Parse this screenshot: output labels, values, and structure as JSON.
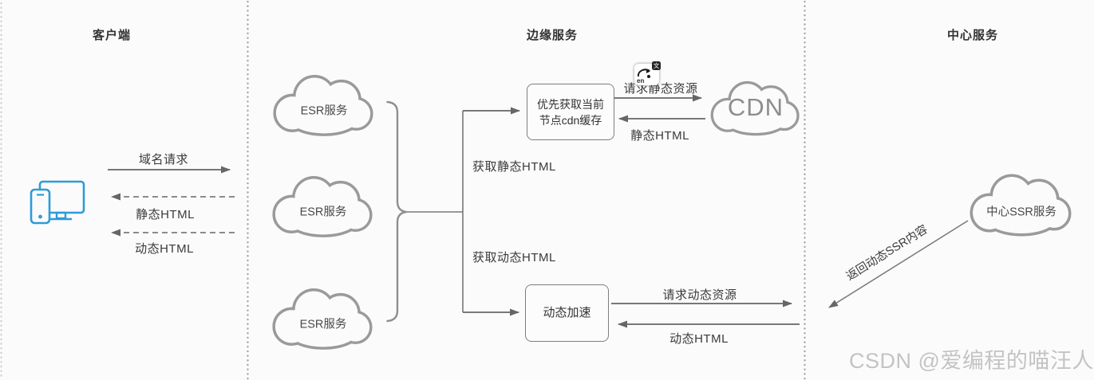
{
  "titles": {
    "client": "客户端",
    "edge": "边缘服务",
    "central": "中心服务"
  },
  "client": {
    "device_icon": "desktop-and-phone",
    "flows": {
      "domain_request": "域名请求",
      "static_html": "静态HTML",
      "dynamic_html": "动态HTML"
    }
  },
  "edge": {
    "esr_clouds": [
      {
        "label": "ESR服务"
      },
      {
        "label": "ESR服务"
      },
      {
        "label": "ESR服务"
      }
    ],
    "branch_labels": {
      "get_static": "获取静态HTML",
      "get_dynamic": "获取动态HTML"
    },
    "cdn_cache_box": {
      "line1": "优先获取当前",
      "line2": "节点cdn缓存"
    },
    "dynamic_accel_box": {
      "label": "动态加速"
    },
    "cdn_cloud": {
      "label": "CDN"
    },
    "flows": {
      "request_static": "请求静态资源",
      "static_html_return": "静态HTML",
      "request_dynamic": "请求动态资源",
      "dynamic_html_return": "动态HTML"
    }
  },
  "central": {
    "ssr_cloud": {
      "label": "中心SSR服务"
    },
    "flows": {
      "return_dynamic_ssr": "返回动态SSR内容"
    }
  },
  "overlay": {
    "translate_icon": {
      "lang": "en",
      "badge": "文"
    }
  },
  "watermark": "CSDN @爱编程的喵汪人",
  "colors": {
    "arrow_line": "#666666",
    "cloud_stroke": "#9a9a9a",
    "text": "#3a3a3a",
    "device_blue": "#2d9bd9",
    "watermark": "#c3c3c3"
  }
}
